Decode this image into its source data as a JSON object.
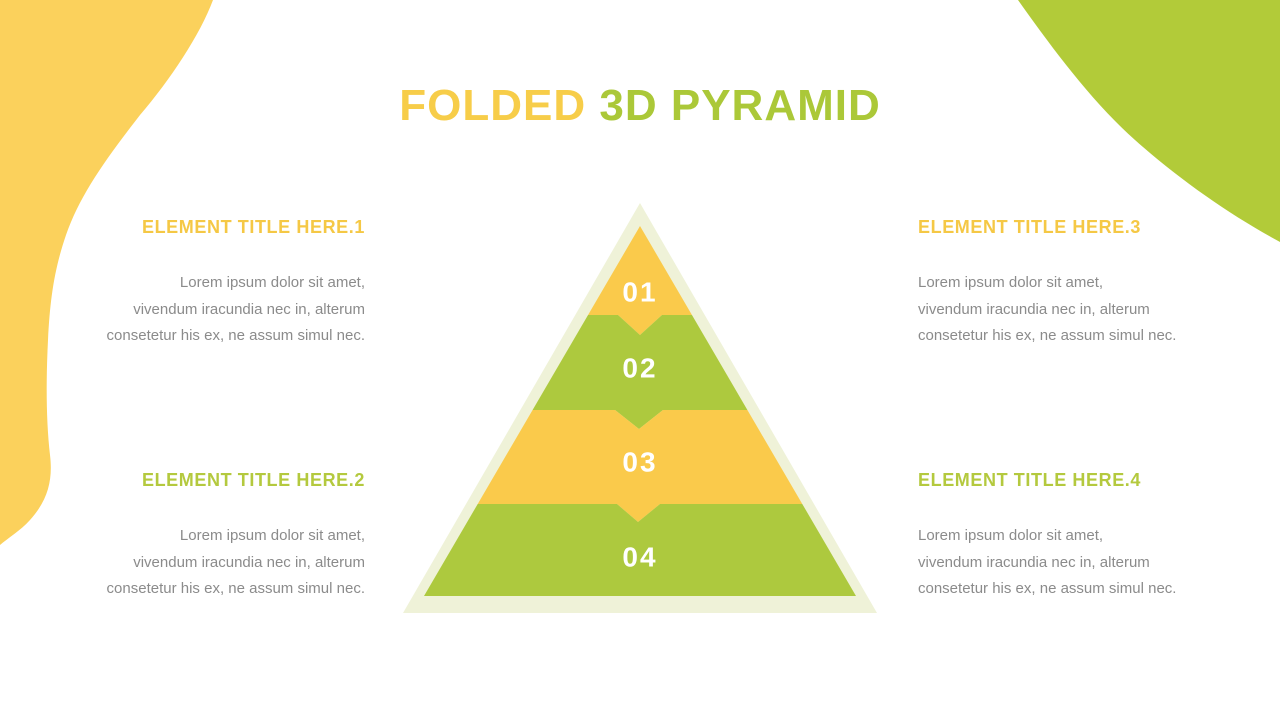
{
  "slide": {
    "title": {
      "part1": "FOLDED",
      "part2": "3D PYRAMID",
      "part1_color": "#F7CD49",
      "part2_color": "#ABC838"
    }
  },
  "pyramid": {
    "frame_color": "#EFF2D8",
    "label_color": "#FFFFFF",
    "levels": [
      {
        "label": "01",
        "color": "#FACA4B"
      },
      {
        "label": "02",
        "color": "#ADC93E"
      },
      {
        "label": "03",
        "color": "#FACA4B"
      },
      {
        "label": "04",
        "color": "#ADC93E"
      }
    ]
  },
  "blocks": [
    {
      "title": "ELEMENT TITLE HERE.1",
      "title_color": "#F5C845",
      "lines": [
        "Lorem ipsum dolor sit amet,",
        "vivendum iracundia nec in, alterum",
        "consetetur his ex, ne assum simul nec."
      ]
    },
    {
      "title": "ELEMENT TITLE HERE.2",
      "title_color": "#B4C93E",
      "lines": [
        "Lorem ipsum dolor sit amet,",
        "vivendum iracundia nec in, alterum",
        "consetetur his ex, ne assum simul nec."
      ]
    },
    {
      "title": "ELEMENT TITLE HERE.3",
      "title_color": "#F5C845",
      "lines": [
        "Lorem ipsum dolor sit amet,",
        "vivendum iracundia nec in, alterum",
        "consetetur his ex, ne assum simul nec."
      ]
    },
    {
      "title": "ELEMENT TITLE HERE.4",
      "title_color": "#B4C93E",
      "lines": [
        "Lorem ipsum dolor sit amet,",
        "vivendum iracundia nec in, alterum",
        "consetetur his ex, ne assum simul nec."
      ]
    }
  ],
  "decor": {
    "left_blob_color": "#FBD15C",
    "top_right_blob_color": "#B2CB39"
  },
  "styles": {
    "body_text_color": "#8B8B8B"
  }
}
